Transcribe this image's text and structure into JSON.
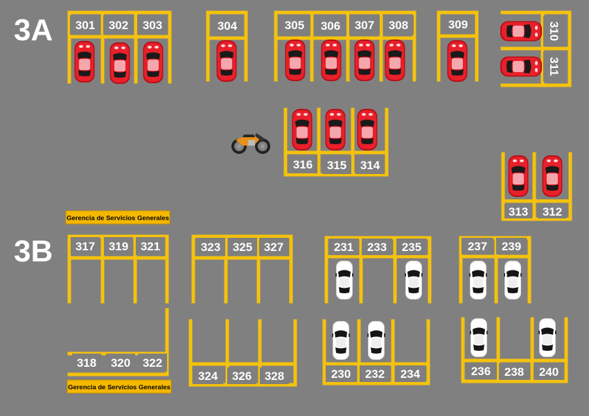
{
  "sections": [
    {
      "label": "3A"
    },
    {
      "label": "3B"
    }
  ],
  "colors": {
    "background": "#808080",
    "line": "#f5c20d",
    "label_box": "#7f7f7f",
    "red_car": "#e8202a",
    "white_car": "#ffffff",
    "sign": "#f5b800"
  },
  "signs": [
    {
      "text": "Gerencia de Servicios Generales"
    },
    {
      "text": "Gerencia de Servicios Generales"
    }
  ],
  "spots": [
    {
      "number": "301",
      "car": "red"
    },
    {
      "number": "302",
      "car": "red"
    },
    {
      "number": "303",
      "car": "red"
    },
    {
      "number": "304",
      "car": "red"
    },
    {
      "number": "305",
      "car": "red"
    },
    {
      "number": "306",
      "car": "red"
    },
    {
      "number": "307",
      "car": "red"
    },
    {
      "number": "308",
      "car": "red"
    },
    {
      "number": "309",
      "car": "red"
    },
    {
      "number": "310",
      "car": "red"
    },
    {
      "number": "311",
      "car": "red"
    },
    {
      "number": "316",
      "car": "red"
    },
    {
      "number": "315",
      "car": "red"
    },
    {
      "number": "314",
      "car": "red"
    },
    {
      "number": "313",
      "car": "red"
    },
    {
      "number": "312",
      "car": "red"
    },
    {
      "number": "317",
      "car": "none"
    },
    {
      "number": "319",
      "car": "none"
    },
    {
      "number": "321",
      "car": "none"
    },
    {
      "number": "323",
      "car": "none"
    },
    {
      "number": "325",
      "car": "none"
    },
    {
      "number": "327",
      "car": "none"
    },
    {
      "number": "231",
      "car": "white"
    },
    {
      "number": "233",
      "car": "none"
    },
    {
      "number": "235",
      "car": "white"
    },
    {
      "number": "237",
      "car": "white"
    },
    {
      "number": "239",
      "car": "white"
    },
    {
      "number": "318",
      "car": "none"
    },
    {
      "number": "320",
      "car": "none"
    },
    {
      "number": "322",
      "car": "none"
    },
    {
      "number": "324",
      "car": "none"
    },
    {
      "number": "326",
      "car": "none"
    },
    {
      "number": "328",
      "car": "none"
    },
    {
      "number": "230",
      "car": "white"
    },
    {
      "number": "232",
      "car": "white"
    },
    {
      "number": "234",
      "car": "none"
    },
    {
      "number": "236",
      "car": "white"
    },
    {
      "number": "238",
      "car": "none"
    },
    {
      "number": "240",
      "car": "white"
    }
  ],
  "vehicles_outside_spots": [
    {
      "type": "motorcycle",
      "icon": "motorcycle-icon"
    }
  ]
}
